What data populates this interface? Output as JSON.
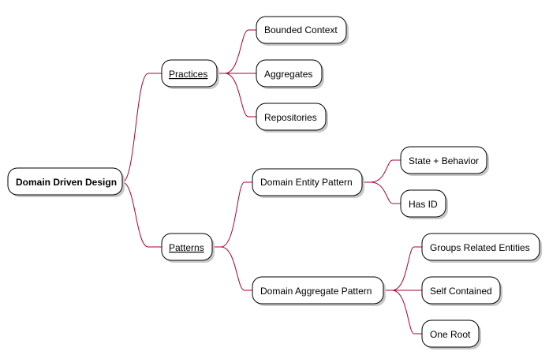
{
  "colors": {
    "connector": "#a80036",
    "node_fill": "#ffffff",
    "node_border": "#000000",
    "shadow": "#c8c8c8"
  },
  "mindmap": {
    "root": {
      "label": "Domain Driven Design"
    },
    "practices": {
      "label": "Practices",
      "children": [
        "Bounded Context",
        "Aggregates",
        "Repositories"
      ]
    },
    "patterns": {
      "label": "Patterns",
      "entity": {
        "label": "Domain Entity Pattern",
        "children": [
          "State + Behavior",
          "Has ID"
        ]
      },
      "aggregate": {
        "label": "Domain Aggregate Pattern",
        "children": [
          "Groups Related Entities",
          "Self Contained",
          "One Root"
        ]
      }
    }
  }
}
